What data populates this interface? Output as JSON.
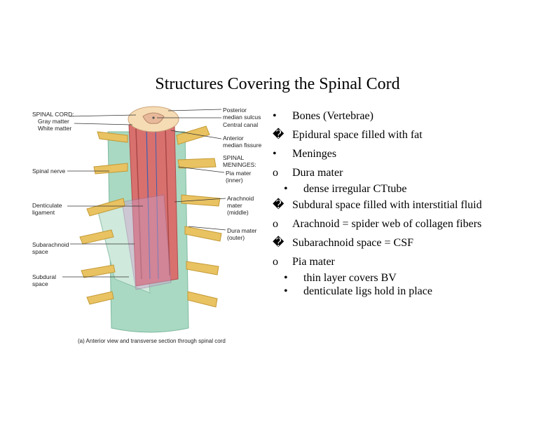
{
  "title": "Structures Covering the Spinal Cord",
  "figure": {
    "labels": {
      "spinal_cord": "SPINAL CORD:",
      "gray_matter": "Gray matter",
      "white_matter": "White matter",
      "spinal_nerve": "Spinal nerve",
      "denticulate_1": "Denticulate",
      "denticulate_2": "ligament",
      "subarachnoid_1": "Subarachnoid",
      "subarachnoid_2": "space",
      "subdural_1": "Subdural",
      "subdural_2": "space",
      "posterior_1": "Posterior",
      "posterior_2": "median sulcus",
      "central_canal": "Central canal",
      "anterior_1": "Anterior",
      "anterior_2": "median fissure",
      "meninges_1": "SPINAL",
      "meninges_2": "MENINGES:",
      "pia_1": "Pia mater",
      "pia_2": "(inner)",
      "arachnoid_1": "Arachnoid",
      "arachnoid_2": "mater",
      "arachnoid_3": "(middle)",
      "dura_1": "Dura mater",
      "dura_2": "(outer)"
    },
    "caption": "(a) Anterior view and transverse section through spinal cord",
    "colors": {
      "dura": "#a8d8c0",
      "cord": "#d9716f",
      "nerve": "#e8c060",
      "gray": "#f4d9b0"
    }
  },
  "bullets": [
    {
      "marker": "•",
      "text": "Bones (Vertebrae)"
    },
    {
      "marker": "�",
      "text": "Epidural space filled with fat"
    },
    {
      "marker": "•",
      "text": "Meninges"
    },
    {
      "marker": "o",
      "text": "Dura mater"
    },
    {
      "marker": "•",
      "text": "dense irregular CTtube",
      "level": 2
    },
    {
      "marker": "�",
      "text": "Subdural space filled with interstitial fluid"
    },
    {
      "marker": "o",
      "text": "Arachnoid = spider web of collagen fibers"
    },
    {
      "marker": "�",
      "text": "Subarachnoid space = CSF"
    },
    {
      "marker": "o",
      "text": "Pia mater"
    },
    {
      "marker": "•",
      "text": "thin layer covers BV",
      "level": 2
    },
    {
      "marker": "•",
      "text": "denticulate ligs hold in place",
      "level": 2
    }
  ]
}
